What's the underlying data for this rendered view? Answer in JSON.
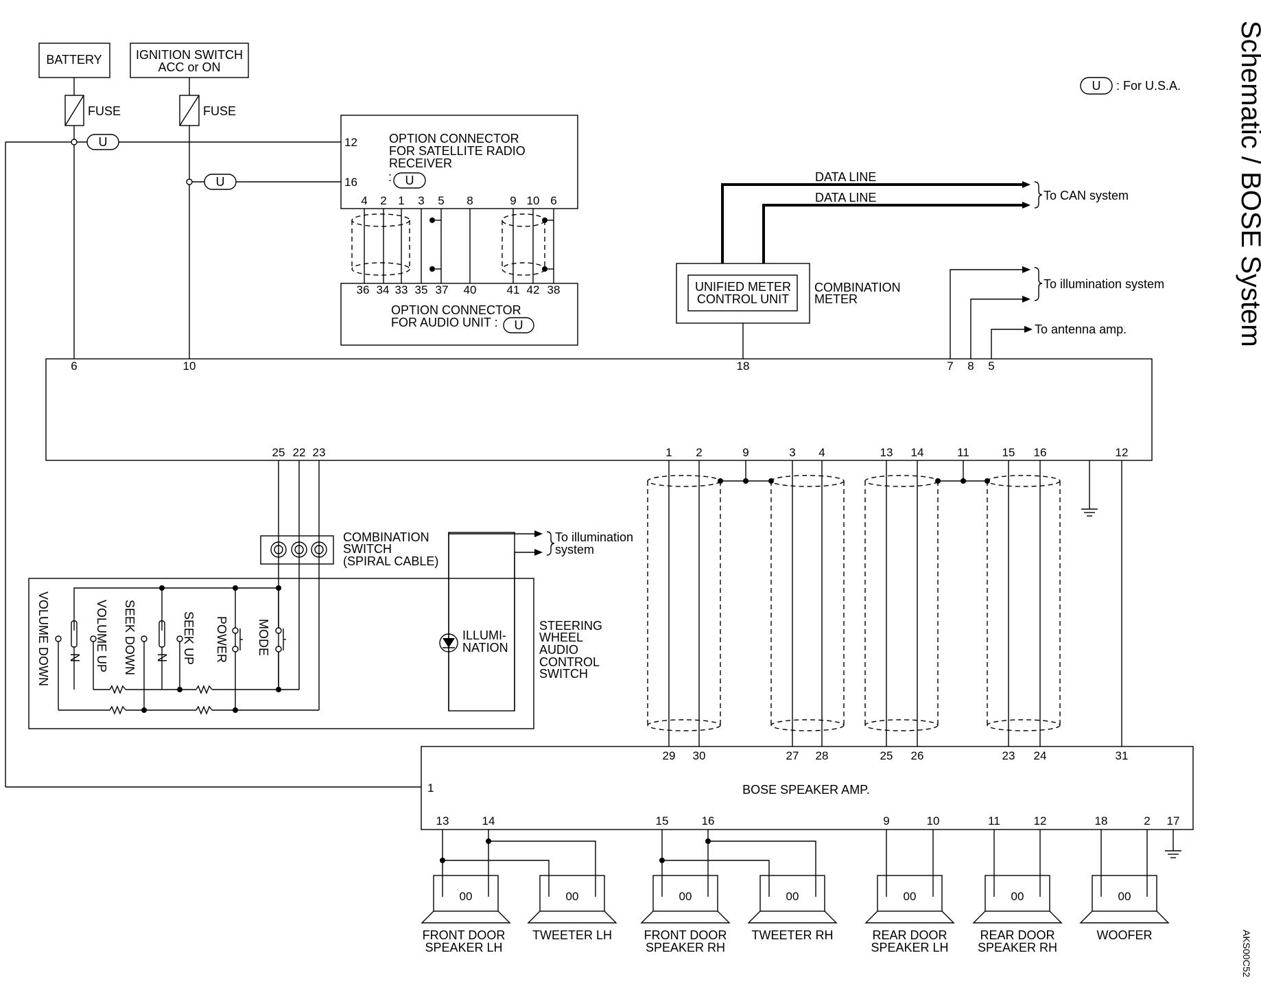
{
  "title": "Schematic / BOSE System",
  "diagram_code": "AKS00C52",
  "legend": {
    "badge": "U",
    "text": ": For U.S.A."
  },
  "sources": {
    "battery": "BATTERY",
    "ignition_line1": "IGNITION SWITCH",
    "ignition_line2": "ACC or ON",
    "fuse": "FUSE"
  },
  "badge_u": "U",
  "sat_connector": {
    "line1": "OPTION CONNECTOR",
    "line2": "FOR SATELLITE RADIO",
    "line3": "RECEIVER",
    "usa_prefix": ":",
    "pin_12": "12",
    "pin_16": "16",
    "bottom_pins": [
      "4",
      "2",
      "1",
      "3",
      "5",
      "8",
      "9",
      "10",
      "6"
    ]
  },
  "audio_connector": {
    "line1": "OPTION CONNECTOR",
    "line2": "FOR AUDIO UNIT :",
    "top_pins": [
      "36",
      "34",
      "33",
      "35",
      "37",
      "40",
      "41",
      "42",
      "38"
    ]
  },
  "meter": {
    "unit_line1": "UNIFIED METER",
    "unit_line2": "CONTROL UNIT",
    "combo_line1": "COMBINATION",
    "combo_line2": "METER"
  },
  "data_lines": {
    "line1": "DATA LINE",
    "line2": "DATA LINE",
    "to": "To CAN system"
  },
  "destinations": {
    "illumination": "To illumination system",
    "antenna": "To antenna amp.",
    "illum_sw_line1": "To illumination",
    "illum_sw_line2": "system"
  },
  "audio_unit_pins": {
    "top": [
      "6",
      "10",
      "18",
      "7",
      "8",
      "5"
    ],
    "bottom_left": [
      "25",
      "22",
      "23"
    ],
    "bottom_right": [
      "1",
      "2",
      "9",
      "3",
      "4",
      "13",
      "14",
      "11",
      "15",
      "16",
      "12"
    ]
  },
  "combination_switch": {
    "line1": "COMBINATION",
    "line2": "SWITCH",
    "line3": "(SPIRAL CABLE)"
  },
  "steering_switch": {
    "label_line1": "STEERING",
    "label_line2": "WHEEL",
    "label_line3": "AUDIO",
    "label_line4": "CONTROL",
    "label_line5": "SWITCH",
    "illum_line1": "ILLUMI-",
    "illum_line2": "NATION",
    "switches": [
      "VOLUME DOWN",
      "VOLUME UP",
      "SEEK DOWN",
      "SEEK UP",
      "POWER",
      "MODE"
    ],
    "n_label": "N"
  },
  "amp": {
    "label": "BOSE SPEAKER AMP.",
    "pin_1": "1",
    "top_pins": [
      "29",
      "30",
      "27",
      "28",
      "25",
      "26",
      "23",
      "24",
      "31"
    ],
    "bottom_pins": [
      "13",
      "14",
      "15",
      "16",
      "9",
      "10",
      "11",
      "12",
      "18",
      "2",
      "17"
    ]
  },
  "speakers": [
    {
      "line1": "FRONT DOOR",
      "line2": "SPEAKER LH"
    },
    {
      "line1": "TWEETER LH",
      "line2": ""
    },
    {
      "line1": "FRONT DOOR",
      "line2": "SPEAKER RH"
    },
    {
      "line1": "TWEETER RH",
      "line2": ""
    },
    {
      "line1": "REAR DOOR",
      "line2": "SPEAKER LH"
    },
    {
      "line1": "REAR DOOR",
      "line2": "SPEAKER RH"
    },
    {
      "line1": "WOOFER",
      "line2": ""
    }
  ],
  "coil_label": "00"
}
